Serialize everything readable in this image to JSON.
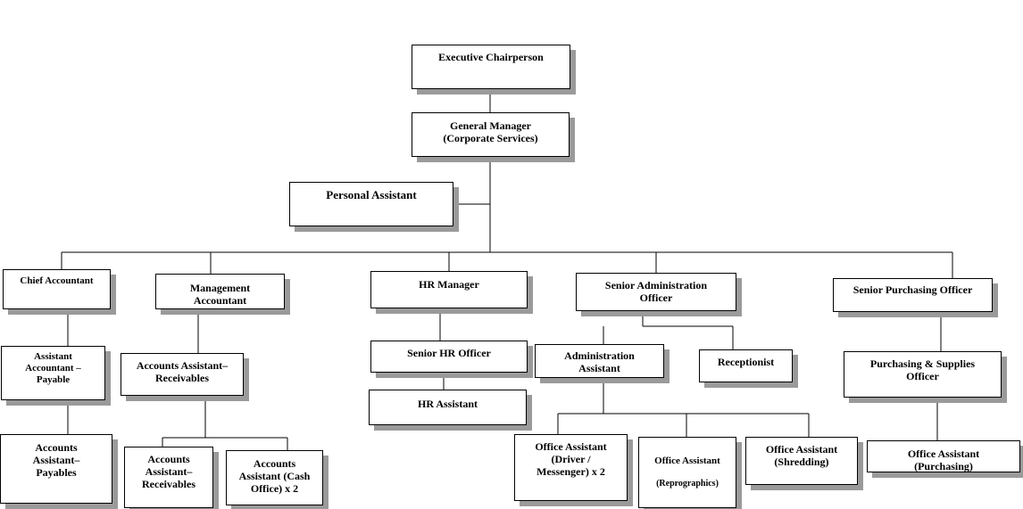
{
  "org_chart": {
    "executive_chairperson": "Executive Chairperson",
    "general_manager": "General Manager\n(Corporate Services)",
    "personal_assistant": "Personal Assistant",
    "chief_accountant": "Chief Accountant",
    "management_accountant": "Management\nAccountant",
    "hr_manager": "HR Manager",
    "senior_admin_officer": "Senior Administration\nOfficer",
    "senior_purchasing_officer": "Senior Purchasing Officer",
    "assistant_accountant_payable": "Assistant\nAccountant –\nPayable",
    "accounts_assistant_receivables_1": "Accounts Assistant–\nReceivables",
    "senior_hr_officer": "Senior HR Officer",
    "hr_assistant": "HR Assistant",
    "administration_assistant": "Administration\nAssistant",
    "receptionist": "Receptionist",
    "purchasing_supplies_officer": "Purchasing & Supplies\nOfficer",
    "accounts_assistant_payables": "Accounts\nAssistant–\nPayables",
    "accounts_assistant_receivables_2": "Accounts\nAssistant–\nReceivables",
    "accounts_assistant_cash_office": "Accounts\nAssistant (Cash\nOffice) x 2",
    "office_assistant_driver": "Office Assistant\n(Driver /\nMessenger) x 2",
    "office_assistant_reprographics_title": "Office Assistant",
    "office_assistant_reprographics_sub": "(Reprographics)",
    "office_assistant_shredding": "Office Assistant\n(Shredding)",
    "office_assistant_purchasing": "Office Assistant\n(Purchasing)"
  }
}
